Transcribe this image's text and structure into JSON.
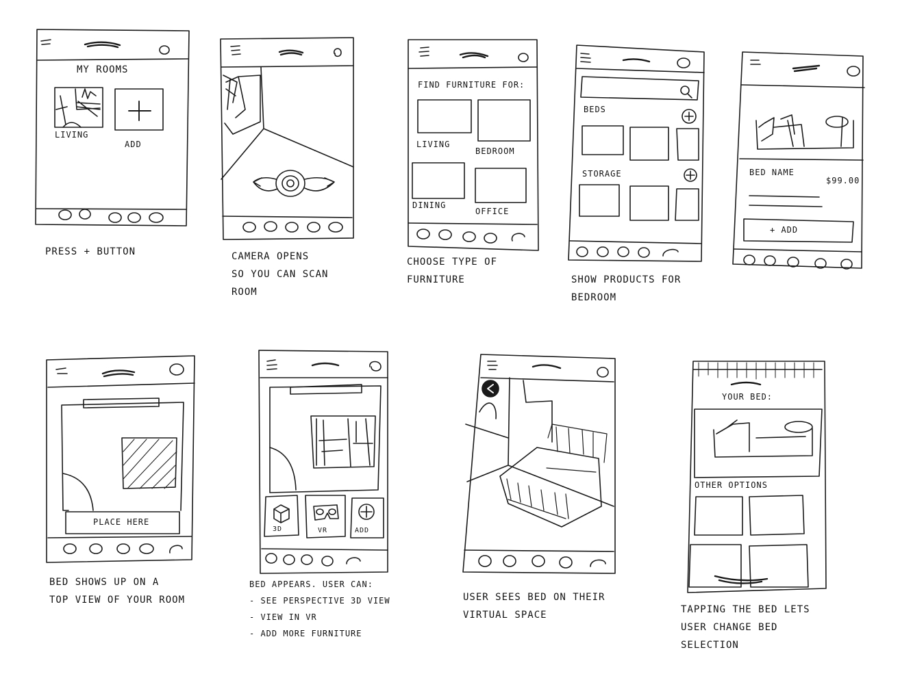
{
  "frames": {
    "f1": {
      "title": "MY ROOMS",
      "tile1_label": "LIVING",
      "tile2_label": "ADD",
      "caption": "PRESS + BUTTON"
    },
    "f2": {
      "caption_lines": [
        "CAMERA OPENS",
        "SO YOU CAN SCAN",
        "ROOM"
      ]
    },
    "f3": {
      "title": "FIND FURNITURE FOR:",
      "tiles": [
        "LIVING",
        "BEDROOM",
        "DINING",
        "OFFICE"
      ],
      "caption_lines": [
        "CHOOSE TYPE OF",
        "FURNITURE"
      ]
    },
    "f4": {
      "section1": "BEDS",
      "section2": "STORAGE",
      "caption_lines": [
        "SHOW PRODUCTS FOR",
        "BEDROOM"
      ]
    },
    "f5": {
      "product_name": "BED NAME",
      "price": "$99.00",
      "add_button": "+ ADD"
    },
    "f6": {
      "place_button": "PLACE HERE",
      "caption_lines": [
        "BED SHOWS UP ON A",
        "TOP VIEW OF YOUR ROOM"
      ]
    },
    "f7": {
      "options": [
        "3D",
        "VR",
        "ADD"
      ],
      "caption_lines": [
        "BED APPEARS. USER CAN:",
        "- SEE PERSPECTIVE 3D VIEW",
        "- VIEW IN VR",
        "- ADD MORE FURNITURE"
      ]
    },
    "f8": {
      "caption_lines": [
        "USER SEES BED ON THEIR",
        "VIRTUAL SPACE"
      ]
    },
    "f9": {
      "title": "YOUR BED:",
      "subtitle": "OTHER OPTIONS",
      "caption_lines": [
        "TAPPING THE BED LETS",
        "USER CHANGE BED",
        "SELECTION"
      ]
    }
  },
  "icons": [
    "menu-icon",
    "logo-mark-icon",
    "profile-icon",
    "search-icon",
    "plus-icon",
    "camera-icon",
    "cube-3d-icon",
    "vr-headset-icon",
    "back-arrow-icon",
    "nav-dot-icon"
  ]
}
